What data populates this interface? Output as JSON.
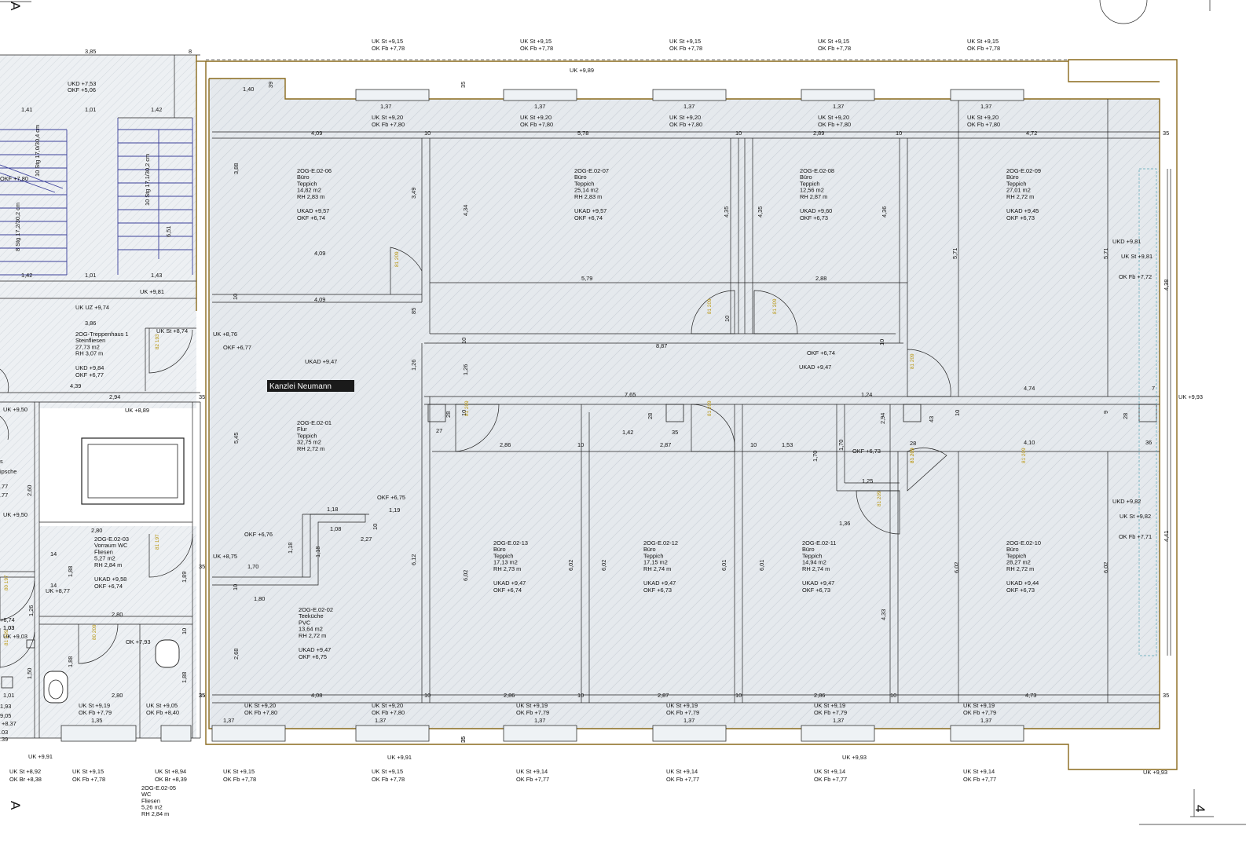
{
  "axis_labels": {
    "top_left": "A",
    "bottom_left": "A",
    "bottom_right": "4"
  },
  "tag": "Kanzlei Neumann",
  "rooms": [
    {
      "id": "r06",
      "lines": [
        "2OG-E.02-06",
        "Büro",
        "Teppich",
        "14,82 m2",
        "RH 2,83 m"
      ],
      "levels": [
        "UKAD +9,57",
        "OKF  +6,74"
      ]
    },
    {
      "id": "r07",
      "lines": [
        "2OG-E.02-07",
        "Büro",
        "Teppich",
        "25,14 m2",
        "RH 2,83 m"
      ],
      "levels": [
        "UKAD +9,57",
        "OKF  +6,74"
      ]
    },
    {
      "id": "r08",
      "lines": [
        "2OG-E.02-08",
        "Büro",
        "Teppich",
        "12,56 m2",
        "RH 2,87 m"
      ],
      "levels": [
        "UKAD +9,60",
        "OKF  +6,73"
      ]
    },
    {
      "id": "r09",
      "lines": [
        "2OG-E.02-09",
        "Büro",
        "Teppich",
        "27,01 m2",
        "RH 2,72 m"
      ],
      "levels": [
        "UKAD +9,45",
        "OKF  +6,73"
      ]
    },
    {
      "id": "r01",
      "lines": [
        "2OG-E.02-01",
        "Flur",
        "Teppich",
        "32,75 m2",
        "RH 2,72 m"
      ],
      "levels": []
    },
    {
      "id": "r02",
      "lines": [
        "2OG-E.02-02",
        "Teeküche",
        "PVC",
        "13,64 m2",
        "RH 2,72 m"
      ],
      "levels": [
        "UKAD +9,47",
        "OKF  +6,75"
      ]
    },
    {
      "id": "r13",
      "lines": [
        "2OG-E.02-13",
        "Büro",
        "Teppich",
        "17,13 m2",
        "RH 2,73 m"
      ],
      "levels": [
        "UKAD +9,47",
        "OKF  +6,74"
      ]
    },
    {
      "id": "r12",
      "lines": [
        "2OG-E.02-12",
        "Büro",
        "Teppich",
        "17,15 m2",
        "RH 2,74 m"
      ],
      "levels": [
        "UKAD +9,47",
        "OKF  +6,73"
      ]
    },
    {
      "id": "r11",
      "lines": [
        "2OG-E.02-11",
        "Büro",
        "Teppich",
        "14,94 m2",
        "RH 2,74 m"
      ],
      "levels": [
        "UKAD +9,47",
        "OKF  +6,73"
      ]
    },
    {
      "id": "r10",
      "lines": [
        "2OG-E.02-10",
        "Büro",
        "Teppich",
        "28,27 m2",
        "RH 2,72 m"
      ],
      "levels": [
        "UKAD +9,44",
        "OKF  +6,73"
      ]
    },
    {
      "id": "r03",
      "lines": [
        "2OG-E.02-03",
        "Vorraum WC",
        "Fliesen",
        "5,27 m2",
        "RH 2,84 m"
      ],
      "levels": [
        "UKAD +9,58",
        "OKF  +6,74"
      ]
    },
    {
      "id": "r05",
      "lines": [
        "2OG-E.02-05",
        "WC",
        "Fliesen",
        "5,26 m2",
        "RH 2,84 m"
      ],
      "levels": []
    },
    {
      "id": "tr1",
      "lines": [
        "2OG-Treppenhaus 1",
        "Steinfliesen",
        "27,73 m2",
        "RH 3,07 m"
      ],
      "levels": [
        "UKD +9,84",
        "OKF +6,77"
      ]
    },
    {
      "id": "lift",
      "lines": [
        "UKD +7,53",
        "OKF +5,06"
      ],
      "levels": []
    }
  ],
  "top_windows": [
    {
      "a": "UK St +9,15",
      "b": "OK Fb +7,78"
    },
    {
      "a": "UK St +9,15",
      "b": "OK Fb +7,78"
    },
    {
      "a": "UK St +9,15",
      "b": "OK Fb +7,78"
    },
    {
      "a": "UK St +9,15",
      "b": "OK Fb +7,78"
    },
    {
      "a": "UK St +9,15",
      "b": "OK Fb +7,78"
    }
  ],
  "inner_top_windows": [
    {
      "a": "UK St +9,20",
      "b": "OK Fb +7,80"
    },
    {
      "a": "UK St +9,20",
      "b": "OK Fb +7,80"
    },
    {
      "a": "UK St +9,20",
      "b": "OK Fb +7,80"
    },
    {
      "a": "UK St +9,20",
      "b": "OK Fb +7,80"
    },
    {
      "a": "UK St +9,20",
      "b": "OK Fb +7,80"
    }
  ],
  "bottom_inner_windows": [
    {
      "a": "UK St +9,19",
      "b": "OK Fb +7,79"
    },
    {
      "a": "UK St +9,05",
      "b": "OK Fb +8,40"
    },
    {
      "a": "UK St +9,20",
      "b": "OK Fb +7,80"
    },
    {
      "a": "UK St +9,20",
      "b": "OK Fb +7,80"
    },
    {
      "a": "UK St +9,19",
      "b": "OK Fb +7,79"
    },
    {
      "a": "UK St +9,19",
      "b": "OK Fb +7,79"
    },
    {
      "a": "UK St +9,19",
      "b": "OK Fb +7,79"
    },
    {
      "a": "UK St +9,19",
      "b": "OK Fb +7,79"
    }
  ],
  "bottom_outer_windows": [
    {
      "a": "UK St +8,92",
      "b": "OK Br +8,38"
    },
    {
      "a": "UK St +9,15",
      "b": "OK Fb +7,78"
    },
    {
      "a": "UK St +8,94",
      "b": "OK Br +8,39"
    },
    {
      "a": "UK St +9,15",
      "b": "OK Fb +7,78"
    },
    {
      "a": "UK St +9,15",
      "b": "OK Fb +7,78"
    },
    {
      "a": "UK St +9,14",
      "b": "OK Fb +7,77"
    },
    {
      "a": "UK St +9,14",
      "b": "OK Fb +7,77"
    },
    {
      "a": "UK St +9,14",
      "b": "OK Fb +7,77"
    },
    {
      "a": "UK St +9,14",
      "b": "OK Fb +7,77"
    }
  ],
  "misc_labels": [
    "UK +9,89",
    "UK UZ +9,74",
    "UK +9,81",
    "UK St +8,74",
    "UK +8,76",
    "OKF +6,77",
    "UKAD +9,47",
    "UK +8,89",
    "OKF +6,74",
    "UKAD +9,47",
    "OKF +6,73",
    "OKF +6,75",
    "OKF +6,76",
    "UK +8,75",
    "UK +8,77",
    "OK +7,93",
    "UK +9,91",
    "UK +9,91",
    "UK +9,93",
    "UK +9,93",
    "UK +9,93",
    "UKD +9,81",
    "UK St +9,81",
    "OK Fb +7,72",
    "UKD +9,82",
    "UK St +9,82",
    "OK Fb +7,71",
    "UK +9,03",
    "UK +9,50",
    "UK +9,50",
    "OKF +7,80"
  ],
  "dimensions": [
    "3,85",
    "8",
    "1,41",
    "1,01",
    "1,42",
    "1,42",
    "1,01",
    "1,43",
    "3,86",
    "4,39",
    "2,94",
    "35",
    "1,40",
    "39",
    "1,37",
    "1,37",
    "1,37",
    "1,37",
    "1,37",
    "35",
    "35",
    "4,09",
    "10",
    "5,78",
    "10",
    "2,89",
    "10",
    "4,72",
    "35",
    "3,88",
    "3,49",
    "4,34",
    "4,35",
    "4,35",
    "4,36",
    "5,71",
    "5,71",
    "4,38",
    "4,09",
    "5,79",
    "2,88",
    "4,09",
    "10",
    "10",
    "85",
    "8,87",
    "10",
    "10",
    "1,26",
    "1,26",
    "7,65",
    "1,24",
    "4,74",
    "7",
    "9",
    "10",
    "10",
    "43",
    "28",
    "28",
    "27",
    "28",
    "28",
    "2,86",
    "10",
    "1,42",
    "35",
    "2,87",
    "10",
    "1,53",
    "1,70",
    "1,70",
    "1,25",
    "2,94",
    "4,10",
    "36",
    "5,45",
    "1,18",
    "1,19",
    "1,08",
    "2,27",
    "1,18",
    "1,18",
    "1,70",
    "35",
    "10",
    "10",
    "1,80",
    "1,36",
    "6,12",
    "6,02",
    "6,02",
    "6,02",
    "6,01",
    "6,01",
    "4,33",
    "6,02",
    "6,02",
    "4,41",
    "2,68",
    "4,08",
    "10",
    "2,86",
    "10",
    "2,87",
    "10",
    "2,86",
    "10",
    "4,73",
    "35",
    "1,37",
    "1,37",
    "1,37",
    "1,37",
    "1,37",
    "1,37",
    "1,35",
    "35",
    "35",
    "2,80",
    "14",
    "1,88",
    "1,89",
    "2,80",
    "10",
    "1,88",
    "1,88",
    "2,80",
    "35",
    "14",
    "1,26",
    "1,50",
    "1,01",
    "1,03",
    "2,60",
    "6,51"
  ],
  "stair_labels": [
    "10 Stg 17,0/30,4 cm",
    "10 Stg 17,1/30,2 cm",
    "8 Stg 17,2/30,2 cm"
  ],
  "door_labels": [
    "81 209",
    "81 209",
    "81 209",
    "81 209",
    "81 209",
    "81 209",
    "81 209",
    "81 209",
    "81 209",
    "81 209",
    "82 193",
    "81 197",
    "80 209",
    "80 197",
    "81 209"
  ],
  "edge_fragments": [
    "s",
    "ipsche",
    ".77",
    ".77",
    "+6,74",
    "1,93",
    "9,05",
    "+8,37",
    ".03",
    ".39",
    "1,03"
  ]
}
